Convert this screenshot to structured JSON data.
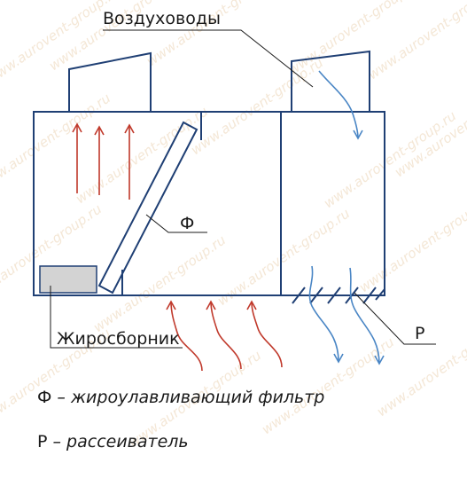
{
  "labels": {
    "ducts": "Воздуховоды",
    "filter": "Ф",
    "grease_collector": "Жиросборник",
    "diffuser": "Р"
  },
  "legend": [
    {
      "symbol": "Ф",
      "text": " – жироулавливающий фильтр"
    },
    {
      "symbol": "Р",
      "text": " – рассеиватель"
    }
  ],
  "watermark": "www.aurovent-group.ru",
  "colors": {
    "housing": "#1f3f74",
    "hot_air": "#c0392b",
    "clean_air": "#4a86c5",
    "collector_fill": "#d3d3d3",
    "watermark": "#f4e7d6"
  }
}
